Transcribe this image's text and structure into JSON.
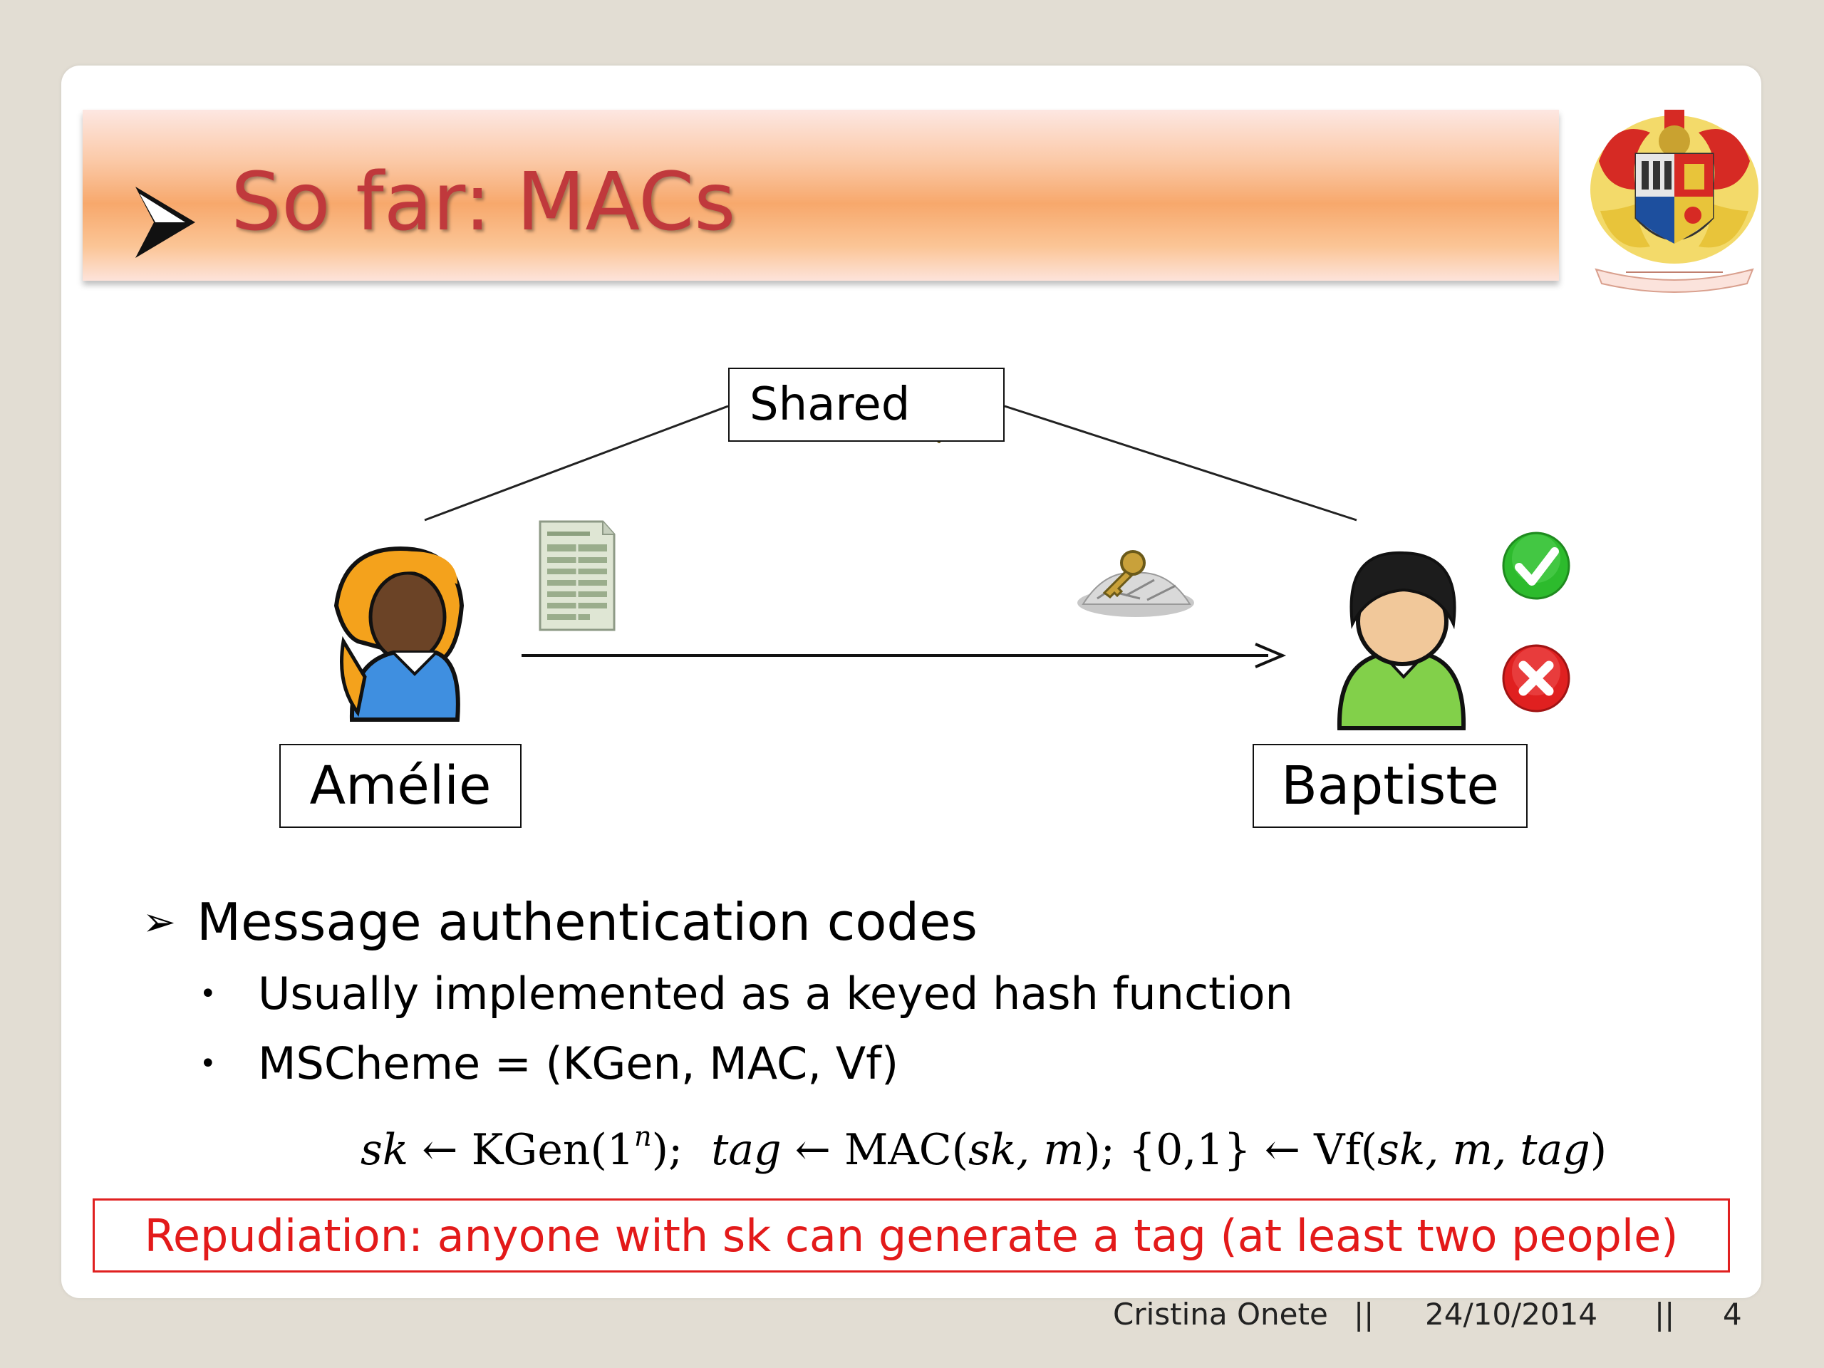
{
  "slide": {
    "title": "So far: MACs",
    "diagram": {
      "shared_label": "Shared",
      "sender_label": "Amélie",
      "receiver_label": "Baptiste"
    },
    "heading": "Message authentication codes",
    "bullets": [
      "Usually implemented as a keyed hash function",
      "MSCheme = (KGen, MAC, Vf)"
    ],
    "formula": {
      "sk": "sk",
      "arrow": "←",
      "kgen": "KGen(1",
      "exp": "n",
      "kgen_close": ");",
      "tag": "tag",
      "mac": "MAC(",
      "mac_args": "sk, m",
      "mac_close": ");",
      "set": "{0,1}",
      "vf": "Vf(",
      "vf_args": "sk, m, tag",
      "vf_close": ")"
    },
    "repudiation": "Repudiation: anyone with sk can generate a tag (at least two people)"
  },
  "footer": {
    "author": "Cristina Onete",
    "separator": "||",
    "date": "24/10/2014",
    "page": "4"
  },
  "colors": {
    "title": "#c0393c",
    "repudiation": "#e31a1a",
    "check": "#2dbb2d",
    "cross": "#e02020"
  }
}
